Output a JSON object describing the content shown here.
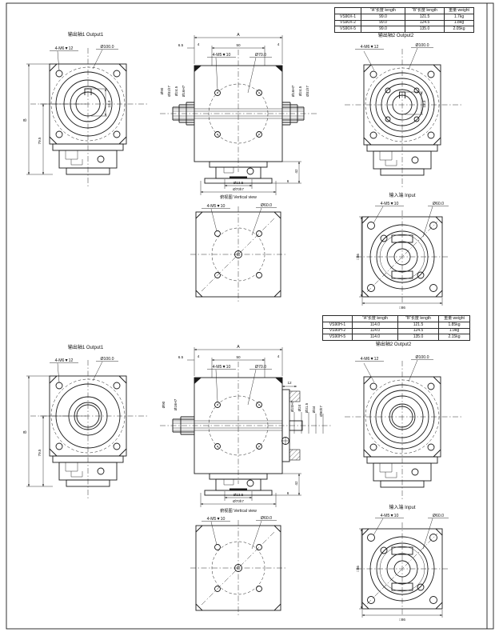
{
  "sheet": {
    "background": "#ffffff",
    "line_color": "#1a1a1a"
  },
  "tables": [
    {
      "headers": [
        "",
        "\"A\"长度 length",
        "\"B\"长度 length",
        "重量 weight"
      ],
      "rows": [
        [
          "VS90X-1",
          "99.0",
          "121.5",
          "1.7kg"
        ],
        [
          "VS90X-2",
          "99.0",
          "124.5",
          "1.8kg"
        ],
        [
          "VS90X-5",
          "99.0",
          "135.0",
          "2.05kg"
        ]
      ]
    },
    {
      "headers": [
        "",
        "\"A\"长度 length",
        "\"B\"长度 length",
        "重量 weight"
      ],
      "rows": [
        [
          "VS90H-1",
          "114.0",
          "121.5",
          "1.85kg"
        ],
        [
          "VS90H-2",
          "114.0",
          "124.5",
          "1.9kg"
        ],
        [
          "VS90H-5",
          "114.0",
          "135.0",
          "2.15kg"
        ]
      ]
    }
  ],
  "labels": {
    "output1": "输出轴1 Output1",
    "output2": "输出轴2 Output2",
    "input": "输入端 Input",
    "vertical_view": "俯视图 Vertical view",
    "m6": "4-M6▼12",
    "m5": "4-M5▼10",
    "d100": "Ø100.0",
    "d70": "Ø70.0",
    "d60": "Ø60.0"
  },
  "dims": {
    "A": "A",
    "n50": "50",
    "n4": "4",
    "n65": "6.5",
    "B": "B",
    "n795": "79.5",
    "n183": "18.3",
    "d90": "Ø90",
    "d31h7": "Ø31h7",
    "d245": "Ø24.5",
    "d16h7": "Ø16H7",
    "d135": "Ø13.5",
    "d70h7": "Ø70h7",
    "n42": "42",
    "n6": "6",
    "sq86": "□86",
    "n12": "12",
    "d20h7": "Ø20H7",
    "d24": "Ø24",
    "d315": "Ø31.5",
    "d44": "Ø44",
    "d90h7": "Ø90h7"
  }
}
